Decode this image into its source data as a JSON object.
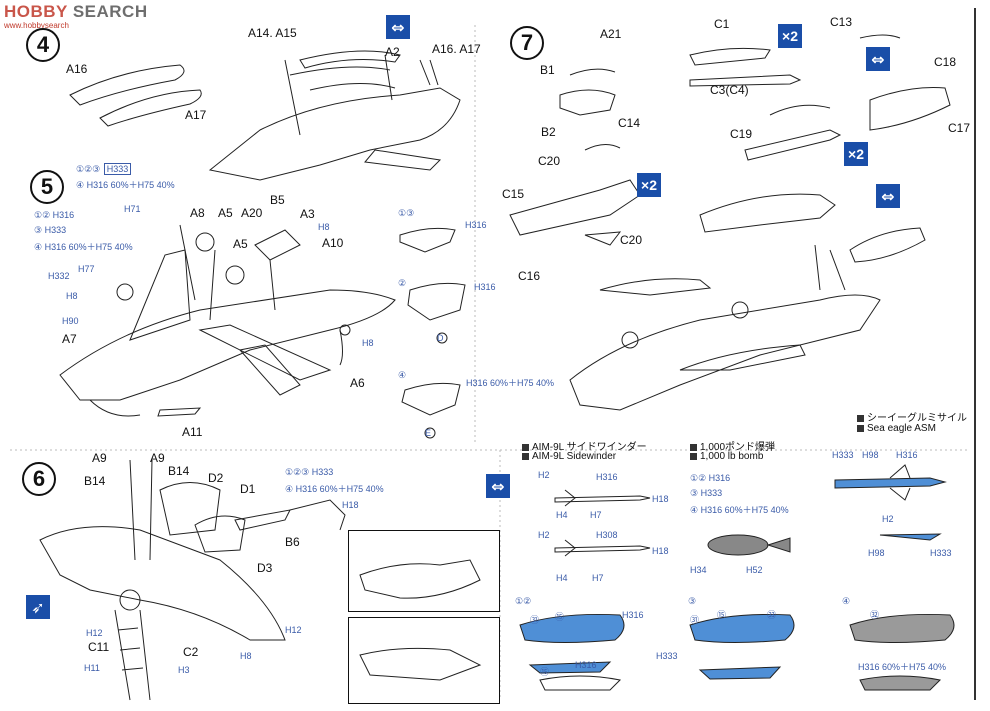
{
  "watermark": {
    "brand": "SEARCH",
    "prefix": "HOBBY",
    "url": "www.hobbysearch"
  },
  "steps": [
    "4",
    "5",
    "6",
    "7"
  ],
  "step4": {
    "parts": [
      "A16",
      "A17",
      "A14. A15",
      "A2",
      "A16. A17"
    ]
  },
  "step5": {
    "paint_top": [
      {
        "ref": "①②③",
        "code": "H333"
      },
      {
        "ref": "④",
        "code": "H316 60%＋H75 40%"
      }
    ],
    "paint_left": [
      {
        "ref": "①②",
        "code": "H316"
      },
      {
        "ref": "③",
        "code": "H333"
      },
      {
        "ref": "④",
        "code": "H316 60%＋H75 40%"
      }
    ],
    "parts": [
      "A8",
      "A5",
      "A20",
      "B5",
      "A3",
      "A5",
      "A10",
      "A7",
      "A6",
      "A11"
    ],
    "paints": [
      "H71",
      "H8",
      "H77",
      "H332",
      "H8",
      "H90",
      "H8"
    ],
    "panels": [
      {
        "ref": "①③",
        "code": "H316"
      },
      {
        "ref": "②",
        "code": "H316",
        "mark": "D"
      },
      {
        "ref": "④",
        "code": "H316 60%＋H75 40%",
        "mark": "E"
      }
    ]
  },
  "step6": {
    "parts": [
      "A9",
      "A9",
      "B14",
      "B14",
      "D2",
      "D1",
      "B6",
      "D3",
      "C11",
      "C2"
    ],
    "paint_top": [
      {
        "ref": "①②③",
        "code": "H333"
      },
      {
        "ref": "④",
        "code": "H316 60%＋H75 40%"
      }
    ],
    "paints": [
      "H18",
      "H12",
      "H12",
      "H8",
      "H3",
      "H11"
    ]
  },
  "step7": {
    "parts": [
      "A21",
      "B1",
      "B2",
      "C1",
      "C13",
      "C3(C4)",
      "C18",
      "C19",
      "C17",
      "C14",
      "C20",
      "C15",
      "C20",
      "C16"
    ],
    "multipliers": [
      "×2",
      "×2",
      "×2"
    ]
  },
  "weapons": {
    "sidewinder_jp": "AIM-9L サイドワインダー",
    "sidewinder_en": "AIM-9L  Sidewinder",
    "bomb_jp": "1,000ポンド爆弾",
    "bomb_en": "1,000 lb bomb",
    "seaeagle_jp": "シーイーグルミサイル",
    "seaeagle_en": "Sea eagle  ASM",
    "sidewinder_paints": [
      "H2",
      "H316",
      "H18",
      "H4",
      "H7",
      "H2",
      "H308",
      "H18",
      "H4",
      "H7"
    ],
    "bomb_paints": [
      {
        "ref": "①②",
        "code": "H316"
      },
      {
        "ref": "③",
        "code": "H333"
      },
      {
        "ref": "④",
        "code": "H316 60%＋H75 40%"
      }
    ],
    "bomb_bottom": [
      "H34",
      "H52"
    ],
    "seaeagle_paints": [
      "H333",
      "H98",
      "H316",
      "H2",
      "H98",
      "H333"
    ]
  },
  "pods": {
    "variants": [
      "①②",
      "③",
      "④"
    ],
    "marks_a": [
      "⑮",
      "㉛",
      "H316",
      "H316",
      "⑮"
    ],
    "marks_b": [
      "㉛",
      "⑮",
      "㉝",
      "H333"
    ],
    "marks_c": [
      "㉜",
      "H316 60%＋H75 40%"
    ]
  },
  "colors": {
    "accent": "#1a4ea8",
    "pod_blue": "#4f8fd6",
    "pod_grey": "#9a9a9a"
  }
}
